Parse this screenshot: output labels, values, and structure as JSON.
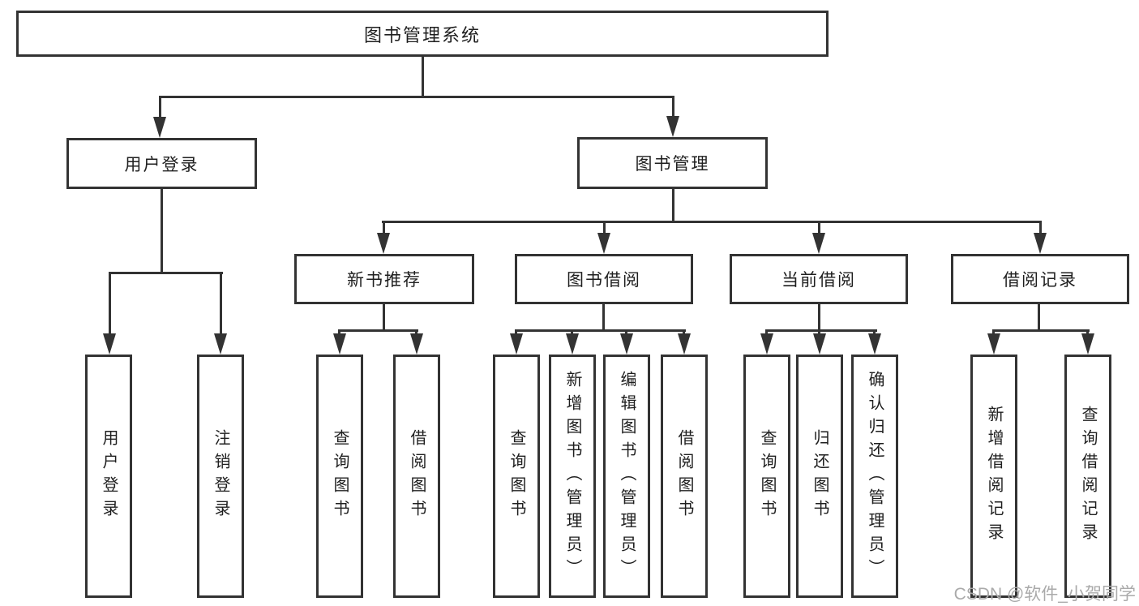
{
  "root": {
    "label": "图书管理系统"
  },
  "branches": [
    {
      "label": "用户登录",
      "leaves": [
        {
          "label": "用户登录"
        },
        {
          "label": "注销登录"
        }
      ]
    },
    {
      "label": "图书管理",
      "groups": [
        {
          "label": "新书推荐",
          "leaves": [
            {
              "label": "查询图书"
            },
            {
              "label": "借阅图书"
            }
          ]
        },
        {
          "label": "图书借阅",
          "leaves": [
            {
              "label": "查询图书"
            },
            {
              "label": "新增图书（管理员）"
            },
            {
              "label": "编辑图书（管理员）"
            },
            {
              "label": "借阅图书"
            }
          ]
        },
        {
          "label": "当前借阅",
          "leaves": [
            {
              "label": "查询图书"
            },
            {
              "label": "归还图书"
            },
            {
              "label": "确认归还（管理员）"
            }
          ]
        },
        {
          "label": "借阅记录",
          "leaves": [
            {
              "label": "新增借阅记录"
            },
            {
              "label": "查询借阅记录"
            }
          ]
        }
      ]
    }
  ],
  "watermark": {
    "text": "CSDN @软件_小贺同学"
  },
  "colors": {
    "line": "#333333",
    "text": "#1f1f1f",
    "watermark": "#aaaaaa",
    "background": "#ffffff"
  }
}
